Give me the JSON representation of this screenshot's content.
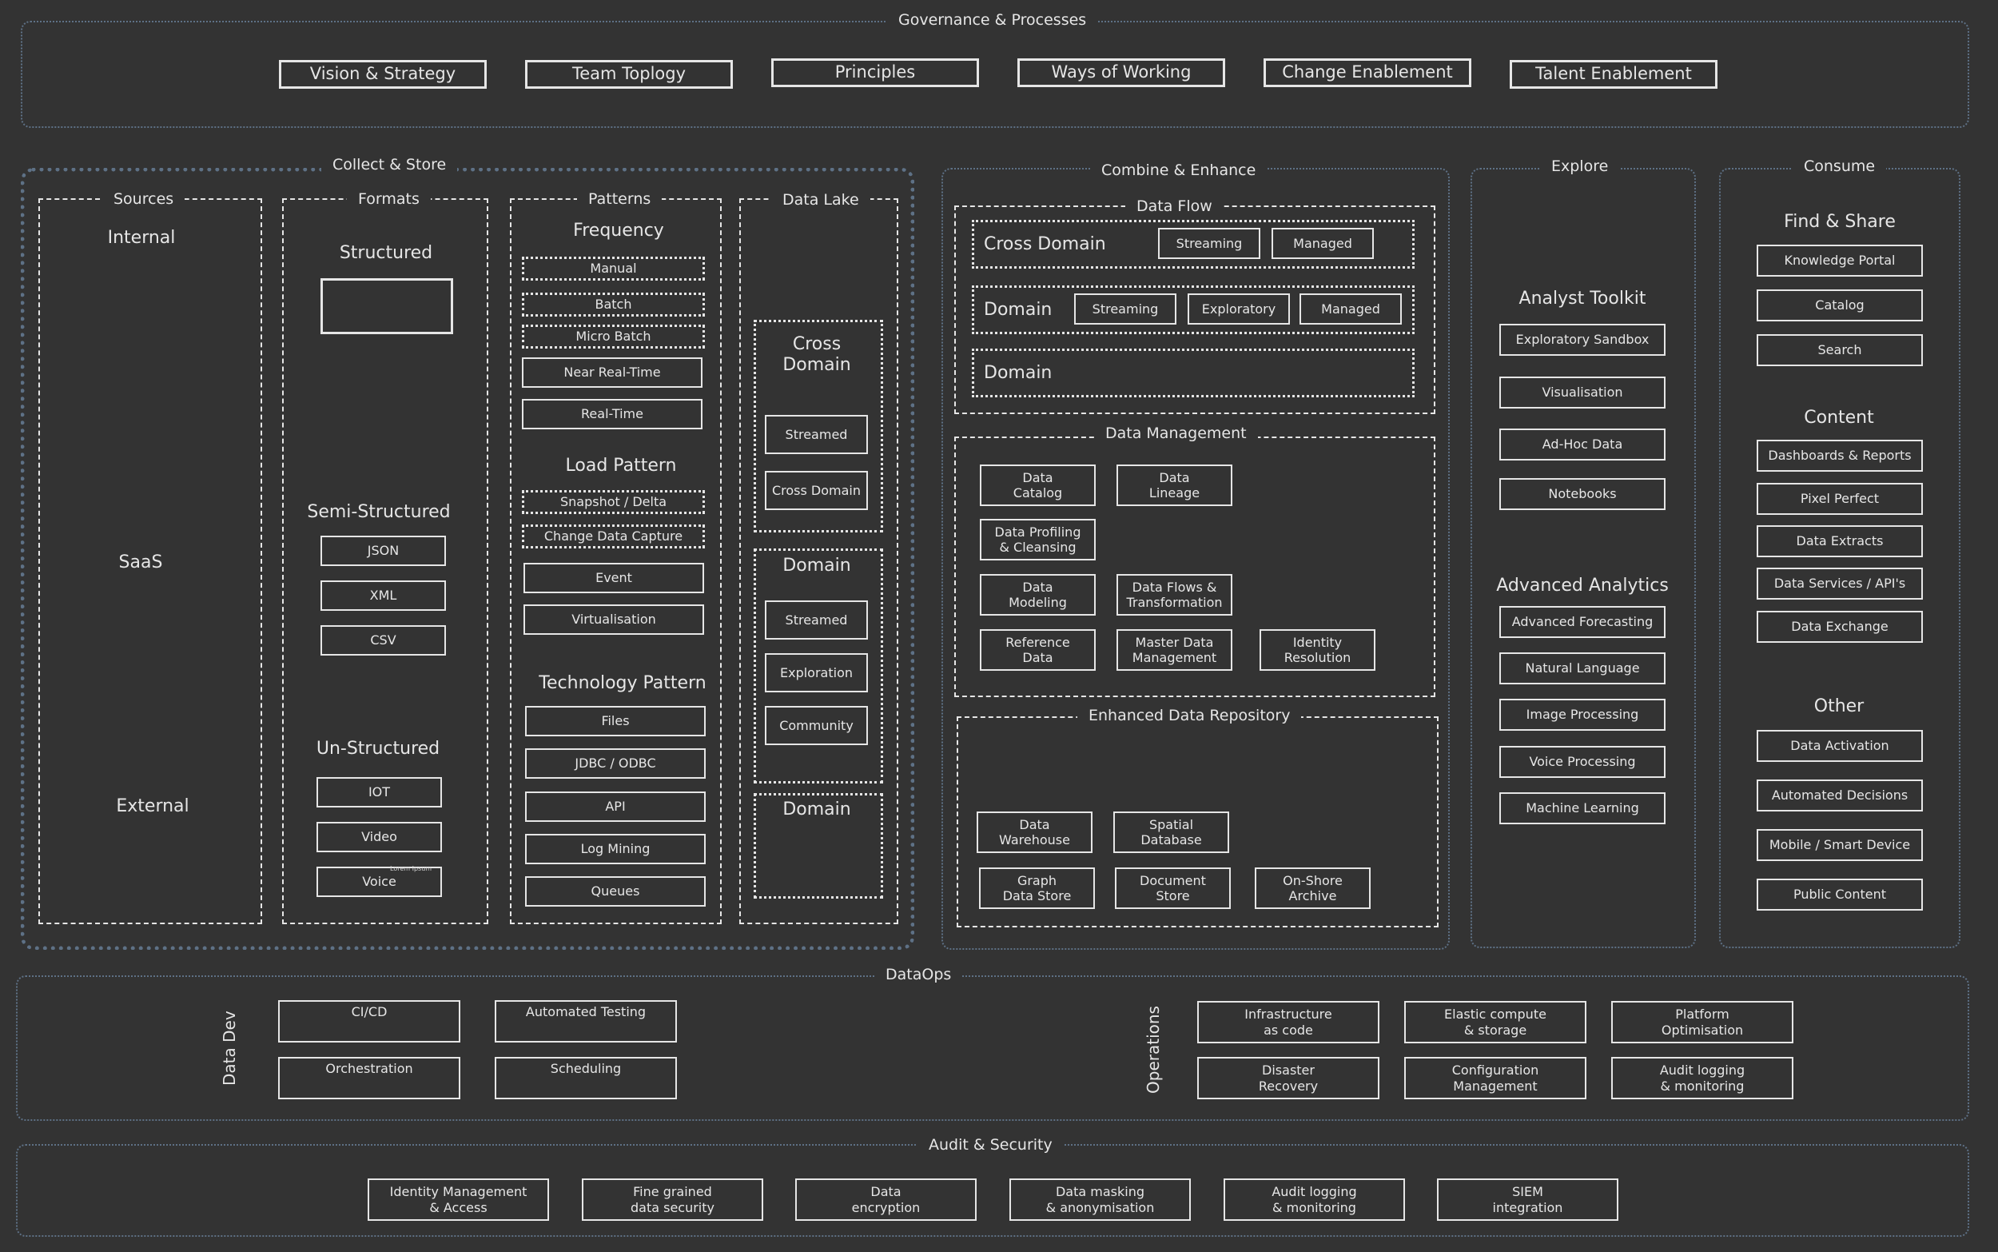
{
  "governance": {
    "title": "Governance & Processes",
    "items": [
      "Vision & Strategy",
      "Team Toplogy",
      "Principles",
      "Ways of Working",
      "Change Enablement",
      "Talent Enablement"
    ]
  },
  "collect": {
    "title": "Collect & Store",
    "sources": {
      "title": "Sources",
      "internal": "Internal",
      "saas": "SaaS",
      "external": "External"
    },
    "formats": {
      "title": "Formats",
      "structured": "Structured",
      "semi": "Semi-Structured",
      "semi_items": [
        "JSON",
        "XML",
        "CSV"
      ],
      "unstructured": "Un-Structured",
      "unstructured_items": [
        "IOT",
        "Video",
        "Voice"
      ],
      "tiny_note": "Lorem Ipsum"
    },
    "patterns": {
      "title": "Patterns",
      "frequency": "Frequency",
      "frequency_items": [
        "Manual",
        "Batch",
        "Micro Batch",
        "Near Real-Time",
        "Real-Time"
      ],
      "load": "Load Pattern",
      "load_items": [
        "Snapshot / Delta",
        "Change Data Capture",
        "Event",
        "Virtualisation"
      ],
      "tech": "Technology Pattern",
      "tech_items": [
        "Files",
        "JDBC / ODBC",
        "API",
        "Log Mining",
        "Queues"
      ]
    },
    "lake": {
      "title": "Data Lake",
      "cross": {
        "title": "Cross\nDomain",
        "items": [
          "Streamed",
          "Cross Domain"
        ]
      },
      "domain": {
        "title": "Domain",
        "items": [
          "Streamed",
          "Exploration",
          "Community"
        ]
      },
      "domain2": {
        "title": "Domain"
      }
    }
  },
  "combine": {
    "title": "Combine & Enhance",
    "flow": {
      "title": "Data Flow",
      "row1": {
        "label": "Cross Domain",
        "items": [
          "Streaming",
          "Managed"
        ]
      },
      "row2": {
        "label": "Domain",
        "items": [
          "Streaming",
          "Exploratory",
          "Managed"
        ]
      },
      "row3": {
        "label": "Domain"
      }
    },
    "mgmt": {
      "title": "Data Management",
      "items": [
        "Data\nCatalog",
        "Data\nLineage",
        "Data Profiling\n& Cleansing",
        "Data\nModeling",
        "Data Flows &\nTransformation",
        "Reference\nData",
        "Master Data\nManagement",
        "Identity\nResolution"
      ]
    },
    "repo": {
      "title": "Enhanced Data Repository",
      "items": [
        "Data\nWarehouse",
        "Spatial\nDatabase",
        "Graph\nData Store",
        "Document\nStore",
        "On-Shore\nArchive"
      ]
    }
  },
  "explore": {
    "title": "Explore",
    "toolkit": "Analyst Toolkit",
    "toolkit_items": [
      "Exploratory Sandbox",
      "Visualisation",
      "Ad-Hoc Data",
      "Notebooks"
    ],
    "advanced": "Advanced Analytics",
    "advanced_items": [
      "Advanced Forecasting",
      "Natural Language",
      "Image Processing",
      "Voice Processing",
      "Machine Learning"
    ]
  },
  "consume": {
    "title": "Consume",
    "find": "Find & Share",
    "find_items": [
      "Knowledge Portal",
      "Catalog",
      "Search"
    ],
    "content": "Content",
    "content_items": [
      "Dashboards & Reports",
      "Pixel Perfect",
      "Data Extracts",
      "Data Services / API's",
      "Data Exchange"
    ],
    "other": "Other",
    "other_items": [
      "Data Activation",
      "Automated Decisions",
      "Mobile / Smart Device",
      "Public Content"
    ]
  },
  "dataops": {
    "title": "DataOps",
    "dev_label": "Data Dev",
    "dev_items": [
      "CI/CD",
      "Automated Testing",
      "Orchestration",
      "Scheduling"
    ],
    "ops_label": "Operations",
    "ops_items": [
      "Infrastructure\nas code",
      "Elastic compute\n& storage",
      "Platform\nOptimisation",
      "Disaster\nRecovery",
      "Configuration\nManagement",
      "Audit logging\n& monitoring"
    ]
  },
  "audit": {
    "title": "Audit & Security",
    "items": [
      "Identity Management\n& Access",
      "Fine grained\ndata security",
      "Data\nencryption",
      "Data masking\n& anonymisation",
      "Audit logging\n& monitoring",
      "SIEM\nintegration"
    ]
  }
}
